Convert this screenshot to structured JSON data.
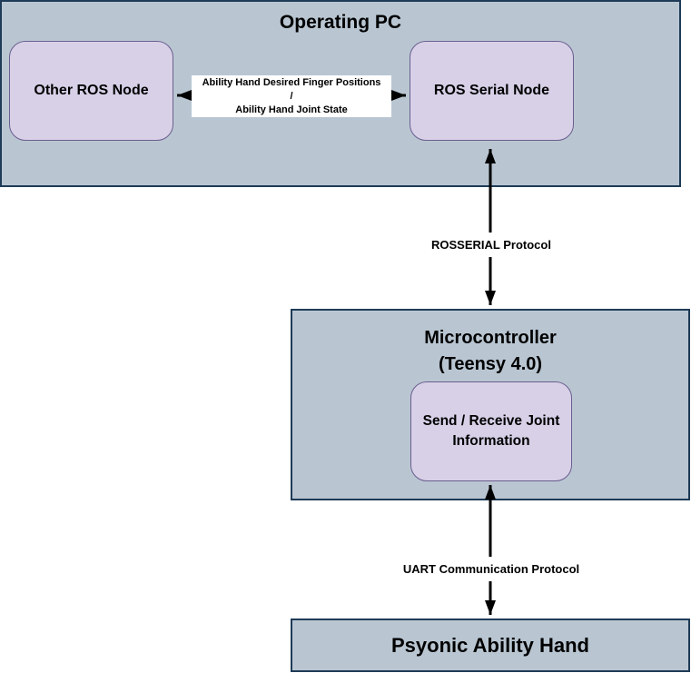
{
  "colors": {
    "page_bg": "#ffffff",
    "container_fill": "#b9c6d2",
    "container_border": "#1f3b57",
    "node_fill": "#d7d0e7",
    "node_border": "#6b5e8e",
    "arrow_color": "#000000",
    "label_bg": "#ffffff",
    "text_color": "#000000"
  },
  "operating_pc": {
    "title": "Operating PC",
    "other_ros_node_label": "Other ROS Node",
    "ros_serial_node_label": "ROS Serial Node",
    "link_label": {
      "line1": "Ability Hand Desired Finger Positions",
      "line2": "/",
      "line3": "Ability Hand Joint State"
    }
  },
  "rosserial_link_label": "ROSSERIAL Protocol",
  "microcontroller": {
    "title_line1": "Microcontroller",
    "title_line2": "(Teensy 4.0)",
    "joint_info_node": {
      "line1": "Send / Receive Joint",
      "line2": "Information"
    }
  },
  "uart_link_label": "UART Communication Protocol",
  "psyonic_hand": {
    "title": "Psyonic Ability Hand"
  }
}
